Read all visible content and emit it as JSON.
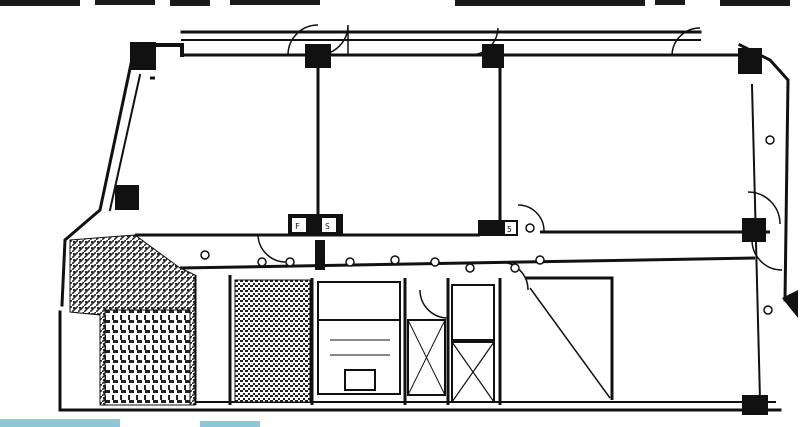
{
  "floor_plan": {
    "labels": {
      "riser_a": "F",
      "riser_b": "S",
      "riser_c": "5"
    },
    "colors": {
      "ink": "#111111",
      "paper": "#ffffff",
      "hatch": "#2a2a2a",
      "stray_marks": "#8fc7d6"
    }
  }
}
